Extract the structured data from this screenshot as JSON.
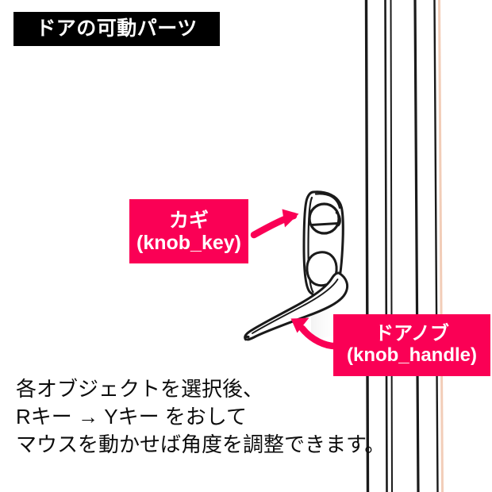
{
  "banner": {
    "title": "ドアの可動パーツ"
  },
  "labels": [
    {
      "id": "knob-key",
      "name_ja": "カギ",
      "name_code": "(knob_key)",
      "color": "#fa0055",
      "text_color": "#ffffff"
    },
    {
      "id": "knob-handle",
      "name_ja": "ドアノブ",
      "name_code": "(knob_handle)",
      "color": "#fa0055",
      "text_color": "#ffffff"
    }
  ],
  "arrows": {
    "key_arrow": "curved-arrow-right",
    "handle_arrow": "curved-arrow-up-left",
    "color": "#fa0055"
  },
  "instructions": {
    "line1": "各オブジェクトを選択後、",
    "line2": "Rキー → Yキー をおして",
    "line3": "マウスを動かせば角度を調整できます。"
  },
  "illustration": {
    "name": "door-with-lever-handle",
    "parts": [
      "escutcheon-plate",
      "thumbturn-keyhole",
      "lever-handle",
      "door-frame-lines"
    ],
    "line_color": "#1a1a1a",
    "accent_line_color": "#f6d9c8"
  },
  "colors": {
    "background": "#ffffff",
    "banner_bg": "#000000",
    "banner_text": "#ffffff",
    "accent_pink": "#fa0055",
    "body_text": "#0d0d0d"
  }
}
